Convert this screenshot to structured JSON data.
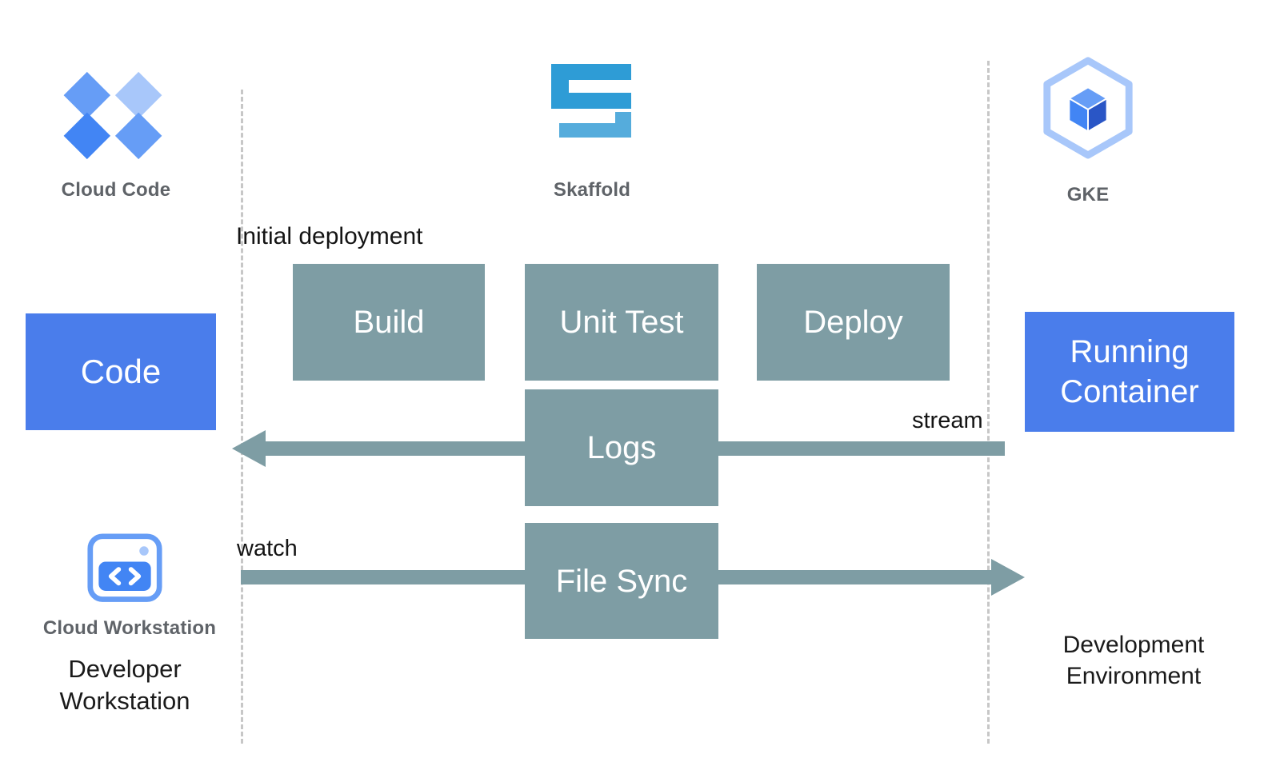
{
  "title_icons": {
    "cloud_code": {
      "label": "Cloud Code"
    },
    "skaffold": {
      "label": "Skaffold"
    },
    "gke": {
      "label": "GKE"
    }
  },
  "boxes": {
    "code": {
      "label": "Code"
    },
    "build": {
      "label": "Build"
    },
    "unit_test": {
      "label": "Unit Test"
    },
    "deploy": {
      "label": "Deploy"
    },
    "logs": {
      "label": "Logs"
    },
    "file_sync": {
      "label": "File Sync"
    },
    "running_container": {
      "label": "Running Container"
    }
  },
  "annotations": {
    "initial_deployment": "Initial deployment",
    "stream": "stream",
    "watch": "watch"
  },
  "captions": {
    "cloud_workstation": "Cloud Workstation",
    "developer_workstation": "Developer Workstation",
    "development_environment": "Development Environment"
  },
  "colors": {
    "primary_blue": "#4a7deb",
    "teal": "#7e9da4",
    "skaffold_blue_dark": "#2e9cd6",
    "skaffold_blue_light": "#55acdc",
    "icon_blue_dark": "#4285f4",
    "icon_blue_medium": "#669df6",
    "icon_blue_light": "#a8c7fa",
    "dashed_line": "#c7c7c7",
    "caption_gray": "#5f6368",
    "text_black": "#1a1a1a"
  }
}
